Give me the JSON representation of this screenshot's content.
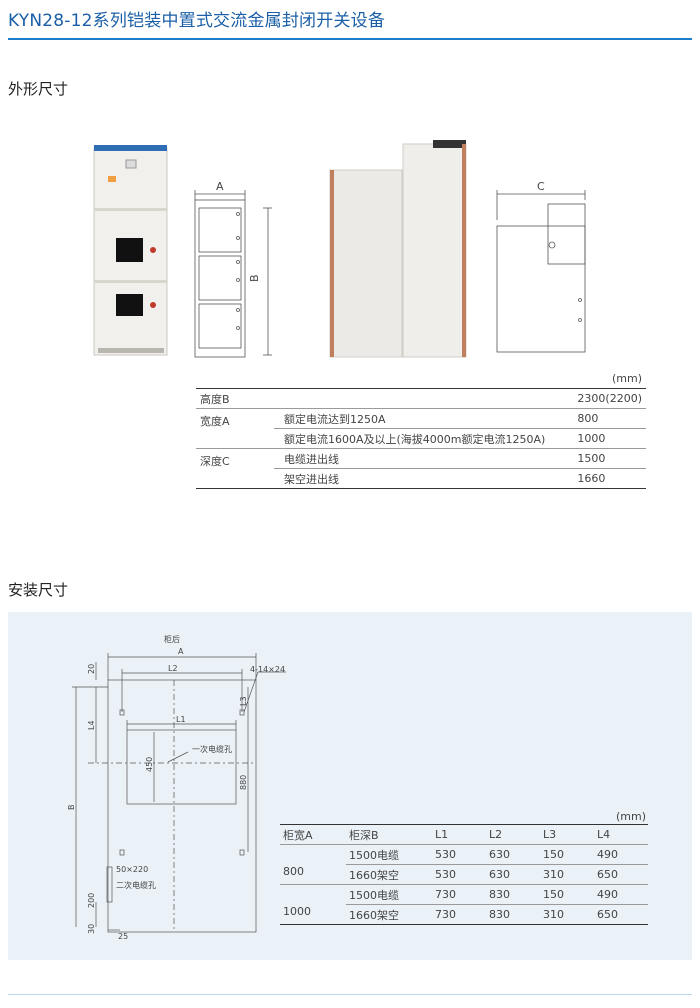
{
  "header": {
    "title": "KYN28-12系列铠装中置式交流金属封闭开关设备"
  },
  "sections": {
    "outline": "外形尺寸",
    "install": "安装尺寸"
  },
  "figure_labels": {
    "a": "A",
    "b": "B",
    "c": "C"
  },
  "dim_table": {
    "unit": "(mm)",
    "rows": [
      {
        "param": "高度B",
        "condition": "",
        "value": "2300(2200)"
      },
      {
        "param": "宽度A",
        "condition": "额定电流达到1250A",
        "value": "800"
      },
      {
        "param": "",
        "condition": "额定电流1600A及以上(海拔4000m额定电流1250A)",
        "value": "1000"
      },
      {
        "param": "深度C",
        "condition": "电缆进出线",
        "value": "1500"
      },
      {
        "param": "",
        "condition": "架空进出线",
        "value": "1660"
      }
    ]
  },
  "install_drawing": {
    "rear": "柜后",
    "a": "A",
    "l2": "L2",
    "l1": "L1",
    "l3": "L3",
    "l4": "L4",
    "b": "B",
    "holes": "4-14×24",
    "d20": "20",
    "d450": "450",
    "d880": "880",
    "d200": "200",
    "d30": "30",
    "d25": "25",
    "primary_hole": "一次电缆孔",
    "secondary_size": "50×220",
    "secondary_hole": "二次电缆孔"
  },
  "install_table": {
    "unit": "(mm)",
    "headers": [
      "柜宽A",
      "柜深B",
      "L1",
      "L2",
      "L3",
      "L4"
    ],
    "rows": [
      {
        "width": "800",
        "depth": "1500电缆",
        "l1": "530",
        "l2": "630",
        "l3": "150",
        "l4": "490"
      },
      {
        "width": "",
        "depth": "1660架空",
        "l1": "530",
        "l2": "630",
        "l3": "310",
        "l4": "650"
      },
      {
        "width": "1000",
        "depth": "1500电缆",
        "l1": "730",
        "l2": "830",
        "l3": "150",
        "l4": "490"
      },
      {
        "width": "",
        "depth": "1660架空",
        "l1": "730",
        "l2": "830",
        "l3": "310",
        "l4": "650"
      }
    ]
  }
}
